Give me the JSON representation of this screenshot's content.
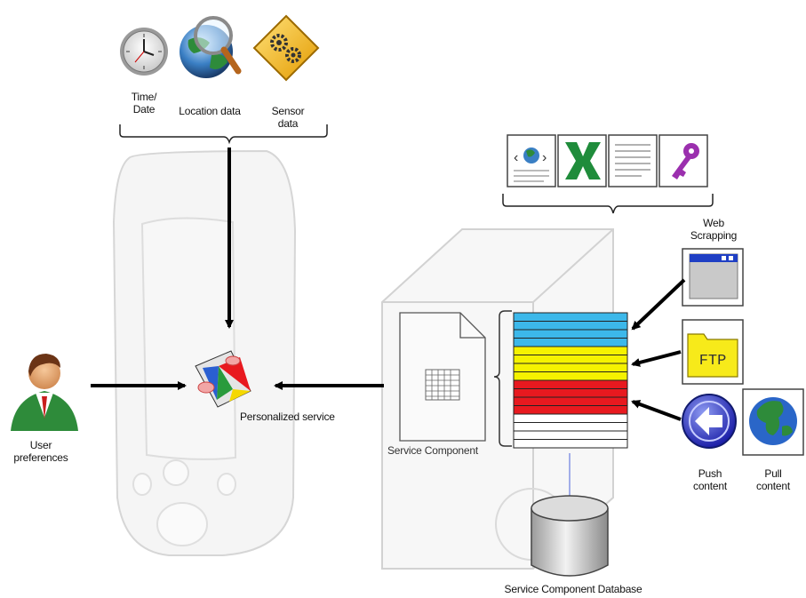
{
  "context_sources": [
    {
      "label": "Time/\nDate",
      "icon": "clock-icon"
    },
    {
      "label": "Location data",
      "icon": "globe-magnifier-icon"
    },
    {
      "label": "Sensor\ndata",
      "icon": "gear-sign-icon"
    }
  ],
  "mobile": {
    "service_label": "Personalized service",
    "service_icon": "service-widget-icon"
  },
  "user": {
    "label": "User\npreferences",
    "icon": "user-avatar-icon"
  },
  "server": {
    "component_label": "Service Component",
    "database_label": "Service Component Database",
    "stack_colors": [
      "#3cb8ea",
      "#f5f200",
      "#e8191f",
      "#ffffff"
    ],
    "file_types": [
      "web-page-icon",
      "excel-icon",
      "text-document-icon",
      "key-icon"
    ]
  },
  "inputs": [
    {
      "label": "Web\nScrapping",
      "icon": "browser-window-icon"
    },
    {
      "label": "FTP",
      "icon": "ftp-folder-icon"
    },
    {
      "label": "Push\ncontent",
      "icon": "push-arrow-icon"
    },
    {
      "label": "Pull\ncontent",
      "icon": "globe-icon"
    }
  ]
}
